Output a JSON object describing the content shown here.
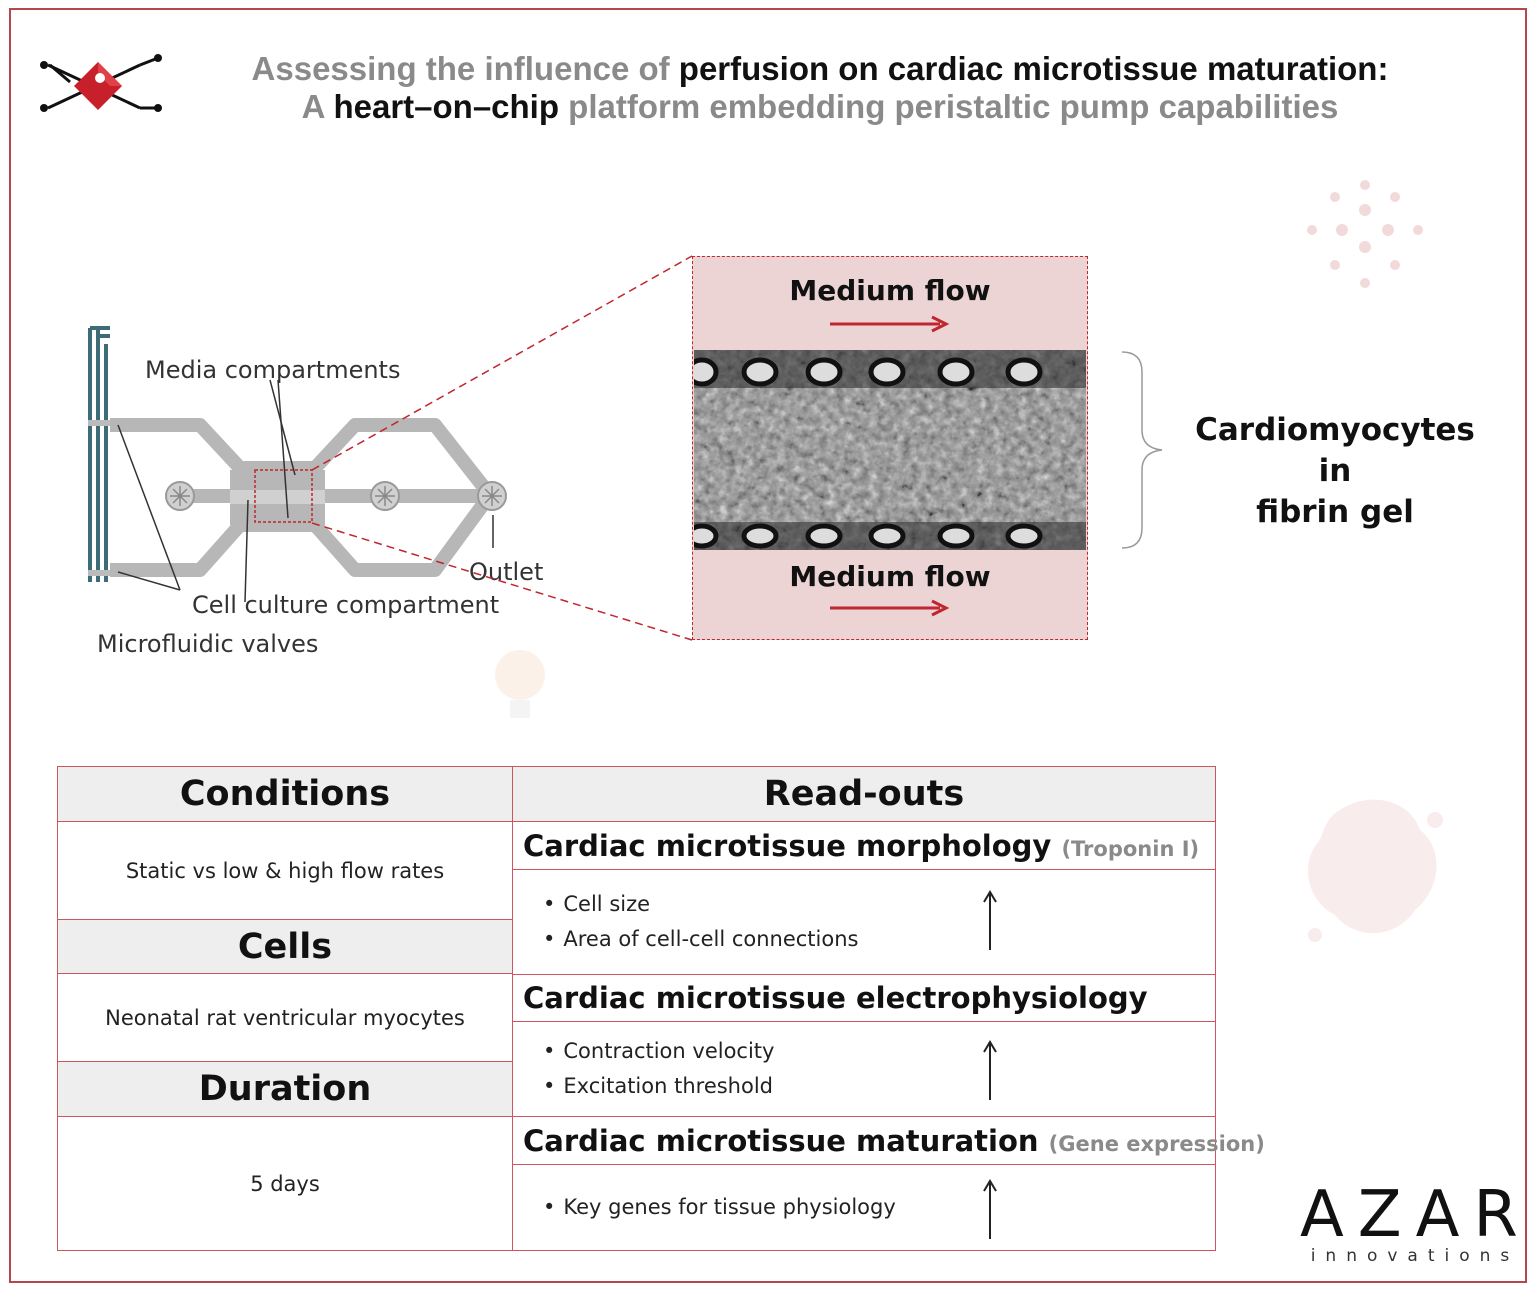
{
  "title": {
    "line1_a": "Assessing the influence of ",
    "line1_b": "perfusion on cardiac microtissue maturation:",
    "line2_a": "A ",
    "line2_b": "heart–on–chip",
    "line2_c": " platform embedding peristaltic pump capabilities"
  },
  "chip_diagram": {
    "media_compartments": "Media compartments",
    "outlet": "Outlet",
    "cell_culture_compartment": "Cell culture compartment",
    "microfluidic_valves": "Microfluidic valves"
  },
  "zoom": {
    "top_flow": "Medium flow",
    "bottom_flow": "Medium flow",
    "cells_label_1": "Cardiomyocytes in",
    "cells_label_2": "fibrin gel"
  },
  "table": {
    "conditions_header": "Conditions",
    "conditions_value": "Static vs low & high flow rates",
    "cells_header": "Cells",
    "cells_value": "Neonatal rat ventricular myocytes",
    "duration_header": "Duration",
    "duration_value": "5 days",
    "readouts_header": "Read-outs",
    "morphology_title": "Cardiac microtissue morphology",
    "morphology_sub": "(Troponin I)",
    "morphology_items": [
      "Cell size",
      "Area of cell-cell connections"
    ],
    "electro_title": "Cardiac microtissue electrophysiology",
    "electro_items": [
      "Contraction velocity",
      "Excitation threshold"
    ],
    "maturation_title": "Cardiac microtissue maturation",
    "maturation_sub": "(Gene expression)",
    "maturation_items": [
      "Key genes for tissue physiology"
    ]
  },
  "logo": {
    "name": "AZAR",
    "sub": "innovations"
  },
  "colors": {
    "accent_red": "#c0262d",
    "border_red": "#b5484c",
    "flow_pink": "#ecd4d5",
    "header_gray": "#eeeeee"
  }
}
